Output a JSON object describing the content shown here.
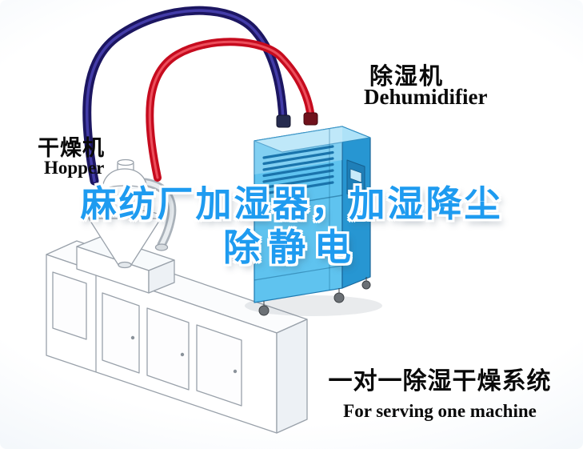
{
  "machine_labels": {
    "dehumidifier_cn": "除湿机",
    "dehumidifier_en": "Dehumidifier",
    "hopper_cn": "干燥机",
    "hopper_en": "Hopper"
  },
  "headline": {
    "line1": "麻纺厂加湿器，加湿降尘",
    "line2": "除静电",
    "color": "#1e9bf0"
  },
  "caption": {
    "line_cn": "一对一除湿干燥系统",
    "line_en": "For serving one machine"
  },
  "colors": {
    "pipe_red": "#c60b1e",
    "pipe_red_highlight": "#ef5563",
    "pipe_navy": "#1c1661",
    "pipe_navy_highlight": "#4a43b5",
    "dehumidifier_front": "#5fc3ef",
    "dehumidifier_side": "#2796d2",
    "dehumidifier_top": "#aee2f8",
    "lineart_stroke": "#99a1aa"
  }
}
